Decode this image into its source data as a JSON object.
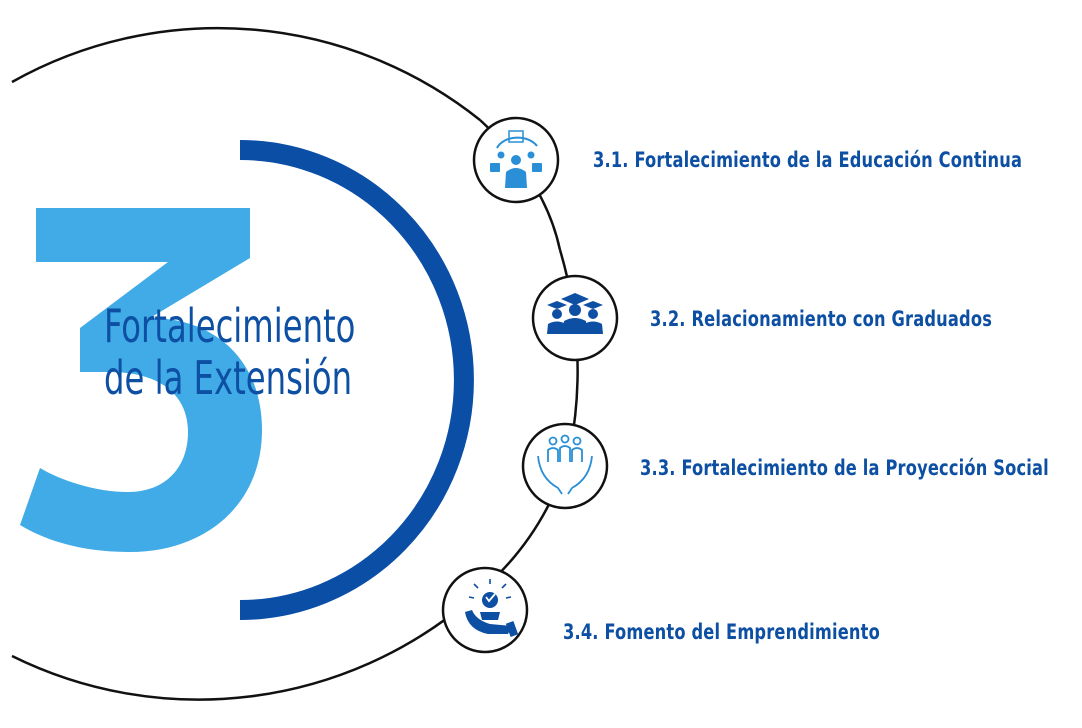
{
  "theme": {
    "primary_blue": "#0d4fa3",
    "light_blue": "#40abe6",
    "dark_arc": "#0b4ea6",
    "outline": "#111111"
  },
  "center": {
    "number": "3",
    "title_line1": "Fortalecimiento",
    "title_line2": "de la Extensión"
  },
  "items": [
    {
      "label": "3.1. Fortalecimiento de la Educación Continua",
      "icon": "continuing-education-icon"
    },
    {
      "label": "3.2. Relacionamiento con Graduados",
      "icon": "graduates-icon"
    },
    {
      "label": "3.3. Fortalecimiento de la Proyección Social",
      "icon": "social-projection-icon"
    },
    {
      "label": "3.4. Fomento del Emprendimiento",
      "icon": "entrepreneurship-icon"
    }
  ]
}
